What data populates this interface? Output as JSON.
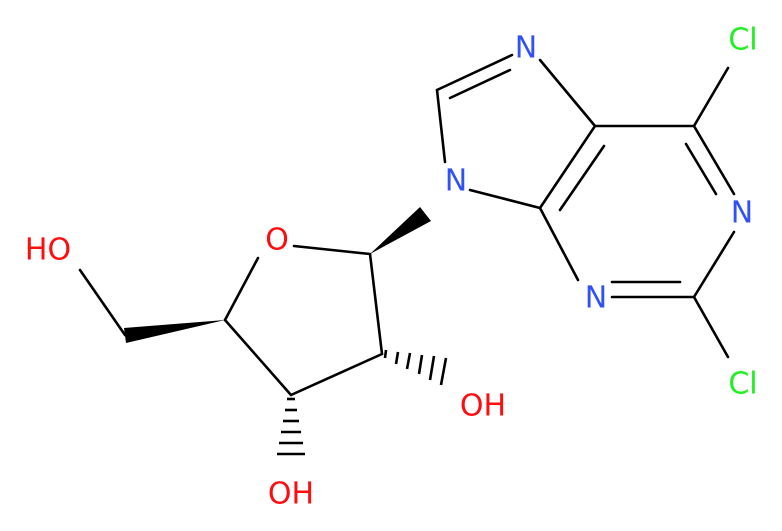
{
  "atoms": {
    "n7": "N",
    "n9": "N",
    "n1": "N",
    "n3": "N",
    "cl_top": "Cl",
    "cl_bottom": "Cl",
    "o_ring": "O",
    "oh_5prime": "HO",
    "oh_2prime": "OH",
    "oh_3prime": "OH"
  },
  "colors": {
    "nitrogen": "#3050F8",
    "oxygen": "#FF0D0D",
    "chlorine": "#1FF01F",
    "bond": "#000000"
  }
}
